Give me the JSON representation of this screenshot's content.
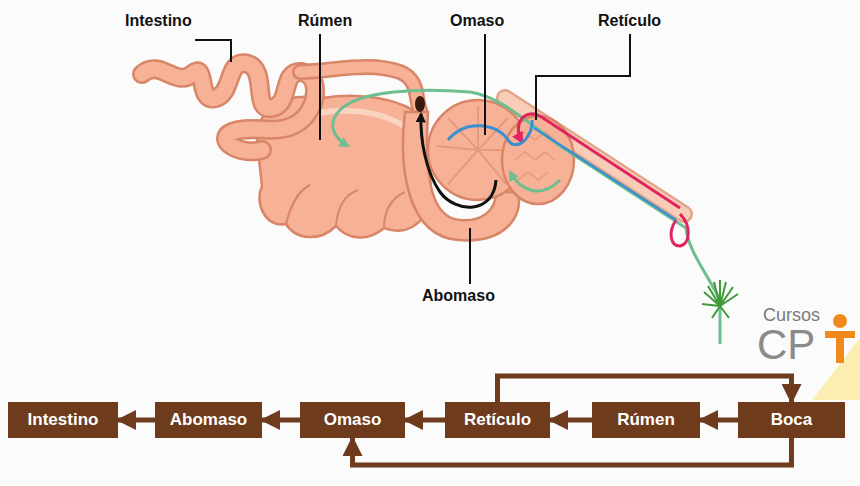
{
  "diagram": {
    "nodes": [
      {
        "text": [
          "Intestino"
        ]
      },
      {
        "text": [
          "Abomaso"
        ]
      },
      {
        "text": [
          "Omaso"
        ]
      },
      {
        "text": [
          "Retículo"
        ]
      },
      {
        "text": [
          "Rúmen"
        ]
      },
      {
        "text": [
          "Boca"
        ]
      }
    ],
    "edges": [
      {
        "from": 5,
        "to": 4,
        "arrow": "to"
      },
      {
        "from": 4,
        "to": 3,
        "arrow": "to"
      },
      {
        "from": 3,
        "to": 2,
        "arrow": "to"
      },
      {
        "from": 2,
        "to": 1,
        "arrow": "to"
      },
      {
        "from": 1,
        "to": 0,
        "arrow": "to"
      },
      {
        "from": 3,
        "to": 5,
        "arrow": "to"
      },
      {
        "from": 5,
        "to": 2,
        "arrow": "to"
      }
    ],
    "labels": [
      "Intestino",
      "Rúmen",
      "Omaso",
      "Retículo",
      "Abomaso",
      "Cursos",
      "CP"
    ]
  }
}
